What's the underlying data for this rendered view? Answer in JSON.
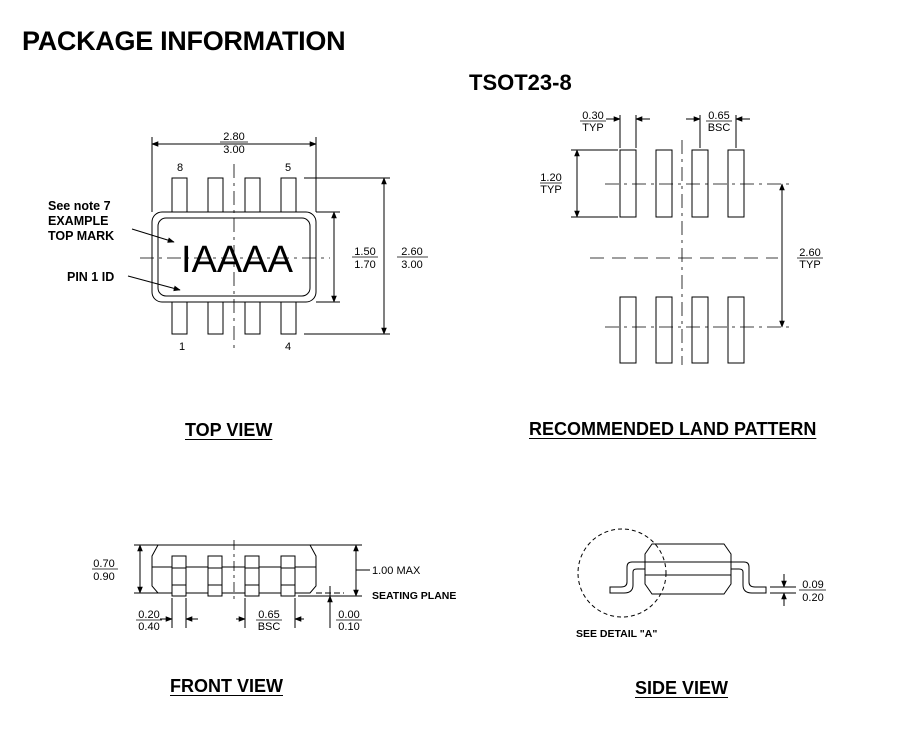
{
  "title": "PACKAGE INFORMATION",
  "package": "TSOT23-8",
  "views": {
    "top": "TOP VIEW",
    "land": "RECOMMENDED LAND PATTERN",
    "front": "FRONT VIEW",
    "side": "SIDE VIEW"
  },
  "top_view": {
    "width_min": "2.80",
    "width_max": "3.00",
    "pin_8": "8",
    "pin_5": "5",
    "pin_1": "1",
    "pin_4": "4",
    "body_min": "1.50",
    "body_max": "1.70",
    "total_min": "2.60",
    "total_max": "3.00",
    "note_line1": "See note 7",
    "note_line2": "EXAMPLE",
    "note_line3": "TOP MARK",
    "pin1_id": "PIN 1 ID",
    "top_mark": "IAAAA"
  },
  "land_pattern": {
    "pad_width": "0.30",
    "pad_width_sub": "TYP",
    "pitch": "0.65",
    "pitch_sub": "BSC",
    "pad_len": "1.20",
    "pad_len_sub": "TYP",
    "span": "2.60",
    "span_sub": "TYP"
  },
  "front_view": {
    "height_min": "0.70",
    "height_max": "0.90",
    "max_height": "1.00 MAX",
    "seating": "SEATING PLANE",
    "lead_min": "0.20",
    "lead_max": "0.40",
    "pitch": "0.65",
    "pitch_sub": "BSC",
    "standoff_min": "0.00",
    "standoff_max": "0.10"
  },
  "side_view": {
    "thk_min": "0.09",
    "thk_max": "0.20",
    "detail": "SEE DETAIL \"A\""
  }
}
